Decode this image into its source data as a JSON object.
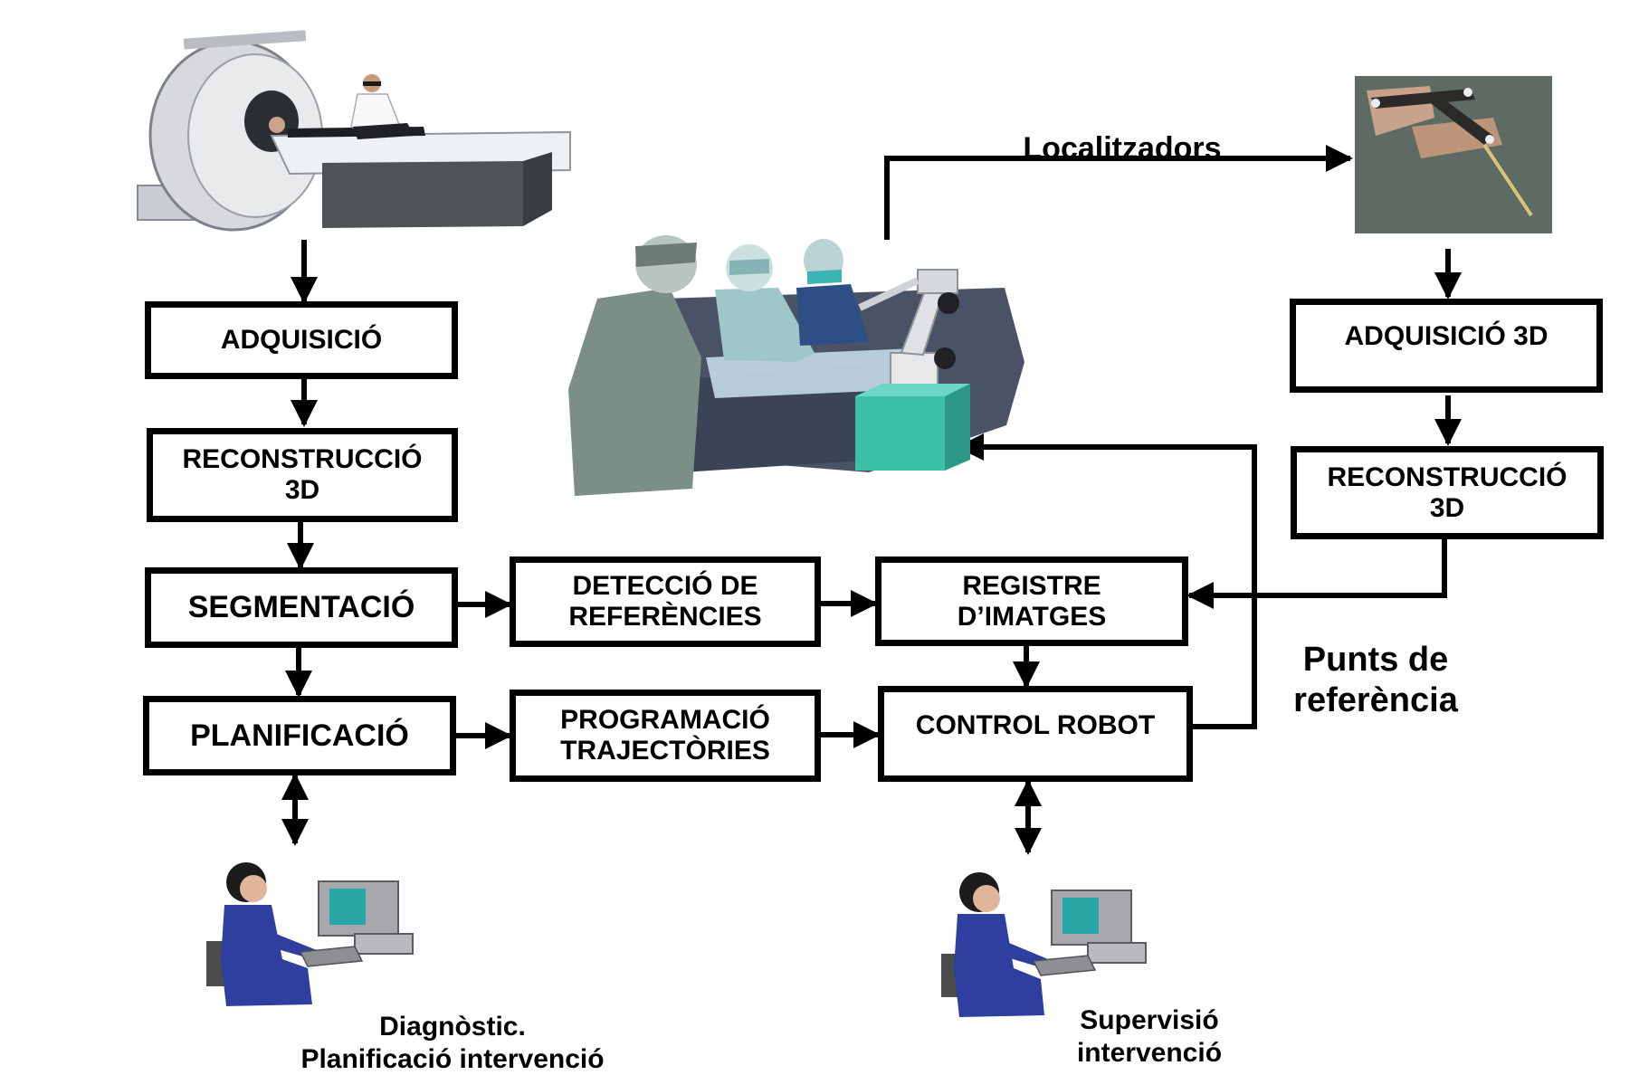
{
  "boxes": {
    "adquisicio": "ADQUISICIÓ",
    "reconstruccio_left": "RECONSTRUCCIÓ\n3D",
    "segmentacio": "SEGMENTACIÓ",
    "planificacio": "PLANIFICACIÓ",
    "deteccio": "DETECCIÓ DE\nREFERÈNCIES",
    "programacio": "PROGRAMACIÓ\nTRAJECTÒRIES",
    "registre": "REGISTRE\nD’IMATGES",
    "control_robot": "CONTROL ROBOT",
    "adquisicio_3d": "ADQUISICIÓ 3D",
    "reconstruccio_right": "RECONSTRUCCIÓ\n3D"
  },
  "labels": {
    "localitzadors": "Localitzadors",
    "punts_referencia": "Punts de\nreferència",
    "diagnostic": "Diagnòstic.\nPlanificació intervenció",
    "supervisio": "Supervisió\nintervenció"
  },
  "colors": {
    "line": "#000000",
    "box_border": "#000000",
    "robot_base": "#3cc0a8",
    "screen": "#29a6a6",
    "operator_suit": "#2f3f9f",
    "scanner_body": "#d7d9dc",
    "drape": "#4a5366"
  },
  "icons": {
    "scanner": "mri-scanner-photo",
    "surgery": "robotic-surgery-photo",
    "localizer": "3d-localizer-pointer-photo",
    "operator": "computer-operator-icon"
  }
}
